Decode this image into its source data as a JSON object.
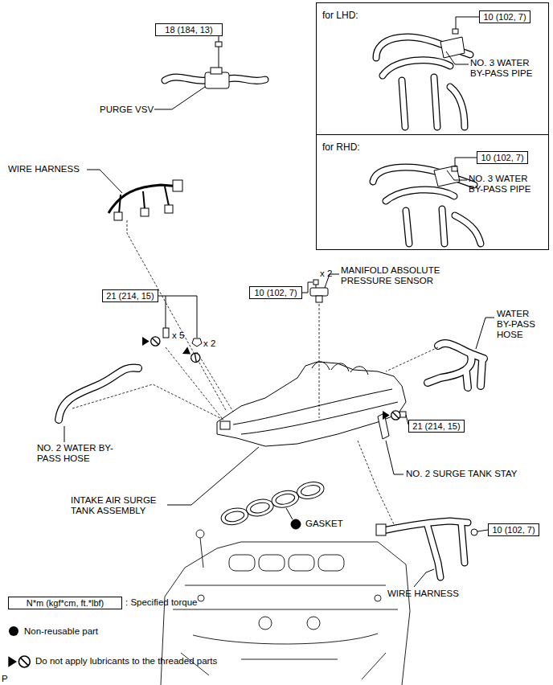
{
  "diagram": {
    "nodes": [
      {
        "text": [
          "18 (184, 13)"
        ]
      },
      {
        "text": [
          "for LHD:"
        ]
      },
      {
        "text": [
          "10 (102, 7)"
        ],
        "in": 1
      },
      {
        "text": [
          "for RHD:"
        ]
      },
      {
        "text": [
          "10 (102, 7)"
        ],
        "in": 3
      },
      {
        "text": [
          "10 (102, 7)"
        ]
      },
      {
        "text": [
          "21 (214, 15)"
        ]
      },
      {
        "text": [
          "21 (214, 15)"
        ]
      },
      {
        "text": [
          "10 (102, 7)"
        ]
      },
      {
        "text": [
          "N*m (kgf*cm, ft.*lbf)"
        ]
      }
    ],
    "labels": [
      "PURGE VSV",
      "WIRE HARNESS",
      "NO. 3 WATER BY-PASS PIPE",
      "NO. 3 WATER BY-PASS PIPE",
      "x 2",
      "MANIFOLD ABSOLUTE PRESSURE SENSOR",
      "x 5",
      "x 2",
      "WATER BY-PASS HOSE",
      "NO. 2 WATER BY-PASS HOSE",
      "NO. 2 SURGE TANK STAY",
      "INTAKE AIR SURGE TANK ASSEMBLY",
      "GASKET",
      "WIRE HARNESS",
      "P"
    ],
    "legend": [
      {
        "text": ": Specified torque"
      },
      {
        "text": "Non-reusable part",
        "color": "#000000"
      },
      {
        "text": "Do not apply lubricants to the threaded parts"
      }
    ]
  }
}
